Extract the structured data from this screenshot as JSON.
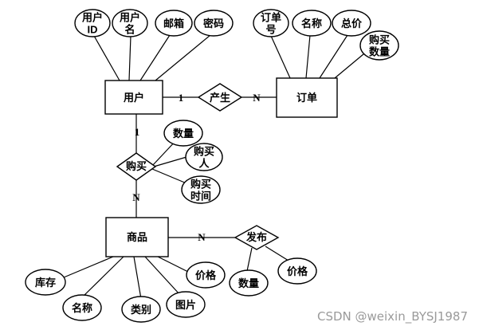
{
  "entities": {
    "user": "用户",
    "order": "订单",
    "product": "商品"
  },
  "relationships": {
    "produce": "产生",
    "buy": "购买",
    "publish": "发布"
  },
  "attributes": {
    "user_id": [
      "用户",
      "ID"
    ],
    "user_name": [
      "用户",
      "名"
    ],
    "user_email": [
      "邮箱"
    ],
    "user_password": [
      "密码"
    ],
    "order_no": [
      "订单",
      "号"
    ],
    "order_name": [
      "名称"
    ],
    "order_total": [
      "总价"
    ],
    "order_buy_qty": [
      "购买",
      "数量"
    ],
    "buy_qty": [
      "数量"
    ],
    "buyer": [
      "购买",
      "人"
    ],
    "buy_time": [
      "购买",
      "时间"
    ],
    "product_stock": [
      "库存"
    ],
    "product_name": [
      "名称"
    ],
    "product_category": [
      "类别"
    ],
    "product_image": [
      "图片"
    ],
    "product_price": [
      "价格"
    ],
    "publish_qty": [
      "数量"
    ],
    "publish_price": [
      "价格"
    ]
  },
  "cardinalities": {
    "user_produce": "1",
    "produce_order": "N",
    "user_buy": "1",
    "buy_product": "N",
    "product_publish": "N"
  },
  "watermark": "CSDN @weixin_BYSJ1987"
}
